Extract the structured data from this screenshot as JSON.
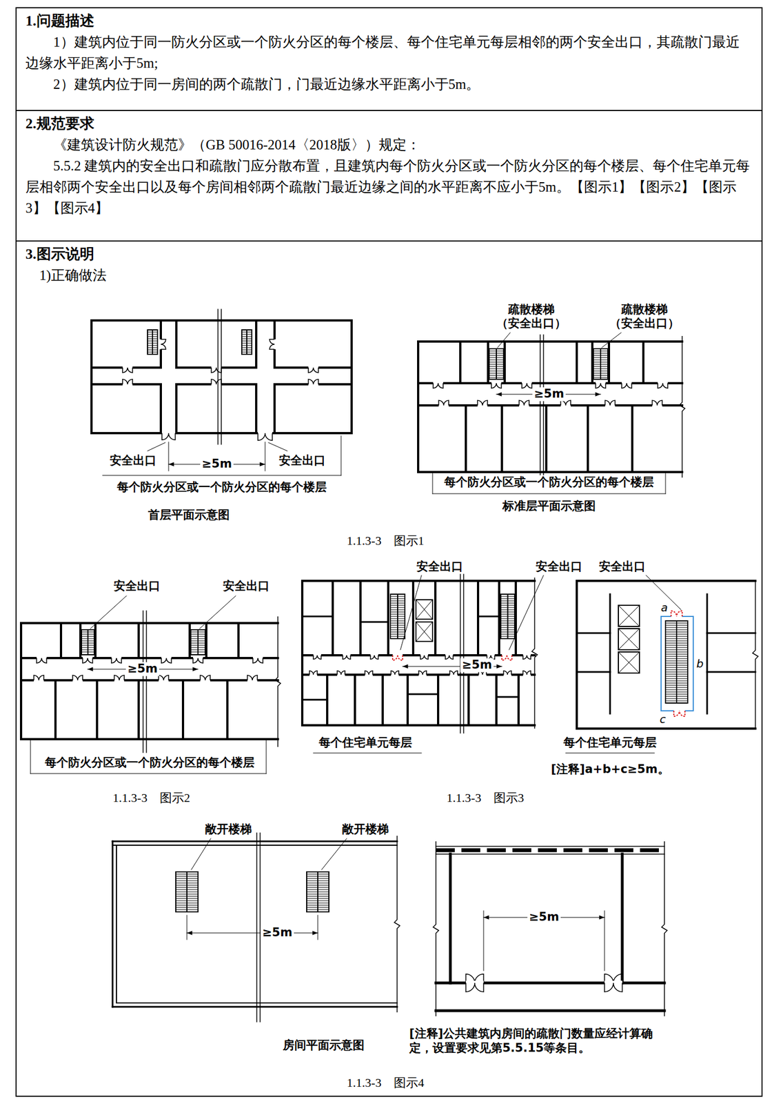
{
  "diagram": {
    "nodes": [
      {
        "text": [
          "1.问题描述",
          "1）建筑内位于同一防火分区或一个防火分区的每个楼层、每个住宅单元每层相邻的两个安全出口，其疏散门最近边缘水平距离小于5m;",
          "2）建筑内位于同一房间的两个疏散门，门最近边缘水平距离小于5m。"
        ]
      },
      {
        "text": [
          "2.规范要求",
          "《建筑设计防火规范》（GB 50016-2014〈2018版〉）规定：",
          "5.5.2 建筑内的安全出口和疏散门应分散布置，且建筑内每个防火分区或一个防火分区的每个楼层、每个住宅单元每层相邻两个安全出口以及每个房间相邻两个疏散门最近边缘之间的水平距离不应小于5m。【图示1】【图示2】【图示3】【图示4】"
        ]
      },
      {
        "text": [
          "3.图示说明",
          "1)正确做法"
        ]
      }
    ],
    "labels": [
      "安全出口",
      "≥5m",
      "安全出口",
      "每个防火分区或一个防火分区的每个楼层",
      "首层平面示意图",
      "疏散楼梯 （安全出口）",
      "疏散楼梯 （安全出口）",
      "≥5m",
      "每个防火分区或一个防火分区的每个楼层",
      "标准层平面示意图",
      "1.1.3-3　图示1",
      "安全出口",
      "安全出口",
      "≥5m",
      "每个防火分区或一个防火分区的每个楼层",
      "安全出口",
      "安全出口",
      "≥5m",
      "每个住宅单元每层",
      "安全出口",
      "a",
      "b",
      "c",
      "每个住宅单元每层",
      "[注释]a+b+c≥5m。",
      "1.1.3-3　图示2",
      "1.1.3-3　图示3",
      "敞开楼梯",
      "敞开楼梯",
      "≥5m",
      "≥5m",
      "房间平面示意图",
      "[注释]公共建筑内房间的疏散门数量应经计算确定，设置要求见第5.5.15等条目。",
      "1.1.3-3　图示4"
    ]
  }
}
